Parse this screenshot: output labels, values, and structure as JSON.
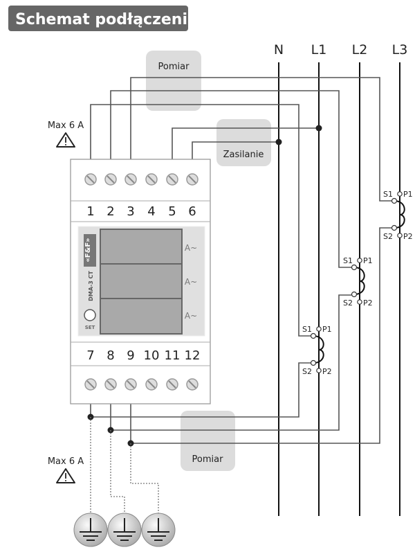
{
  "title": "Schemat podłączenia",
  "labels": {
    "pomiar_top": "Pomiar",
    "pomiar_bottom": "Pomiar",
    "zasilanie": "Zasilanie",
    "max_top": "Max 6 A",
    "max_bottom": "Max 6 A"
  },
  "lines": [
    "N",
    "L1",
    "L2",
    "L3"
  ],
  "terminals_top": [
    "1",
    "2",
    "3",
    "4",
    "5",
    "6"
  ],
  "terminals_bottom": [
    "7",
    "8",
    "9",
    "10",
    "11",
    "12"
  ],
  "device": {
    "brand": "«F&F»",
    "model": "DMA-3 CT",
    "set_label": "SET",
    "units": [
      "A~",
      "A~",
      "A~"
    ]
  },
  "ct_labels": {
    "s1": "S1",
    "p1": "P1",
    "s2": "S2",
    "p2": "P2"
  },
  "colors": {
    "title_bg": "#666666",
    "box_bg": "#dcdcdc",
    "display": "#a9a9a9"
  },
  "icons": [
    "warning-icon",
    "ground-icon"
  ]
}
